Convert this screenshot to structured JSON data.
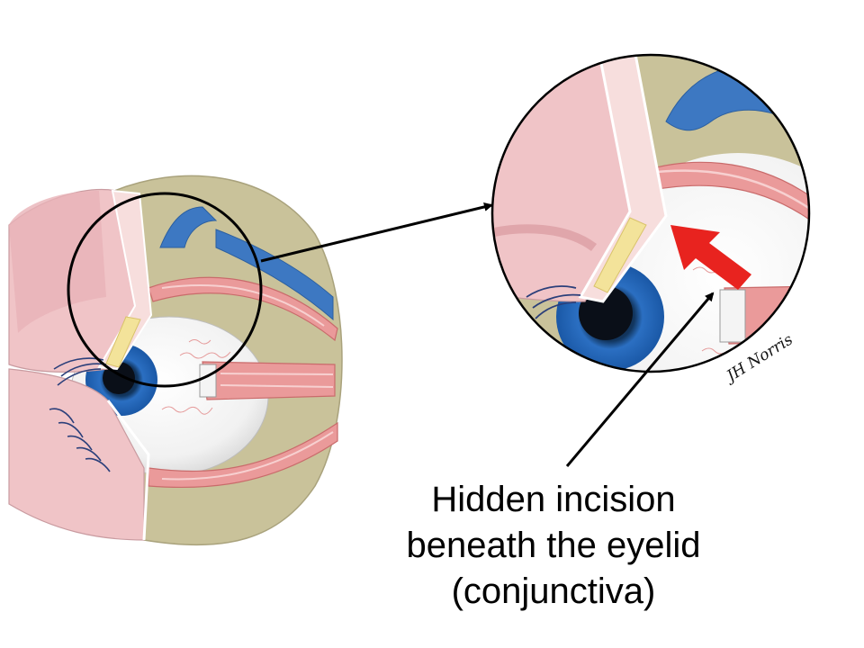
{
  "caption": {
    "line1": "Hidden incision",
    "line2": "beneath the eyelid",
    "line3": "(conjunctiva)"
  },
  "signature": "JH Norris",
  "colors": {
    "orbit": "#c9c29a",
    "skin": "#eab9bd",
    "muscle": "#d98a8a",
    "tarsus": "#f3e39a",
    "iris": "#1f63b8",
    "fat": "#3d78c2",
    "arrow": "#e8231f"
  }
}
